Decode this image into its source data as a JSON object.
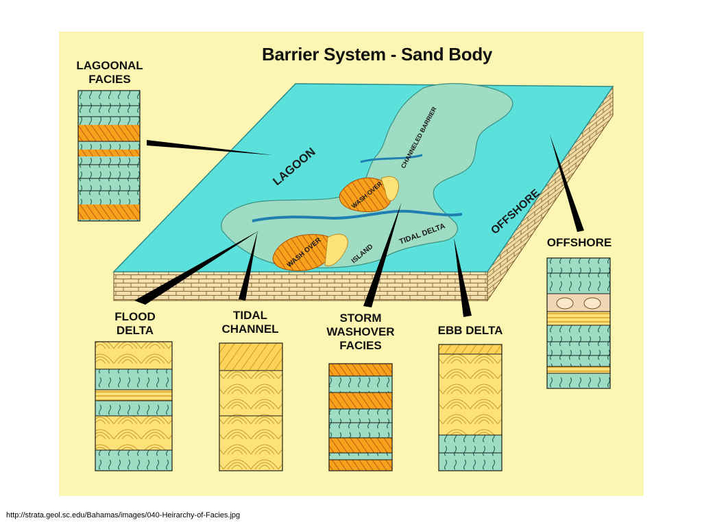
{
  "title": "Barrier System  -  Sand Body",
  "source_url": "http://strata.geol.sc.edu/Bahamas/images/040-Heirarchy-of-Facies.jpg",
  "facies_labels": {
    "lagoonal": [
      "LAGOONAL",
      "FACIES"
    ],
    "flood_delta": [
      "FLOOD",
      "DELTA"
    ],
    "tidal_channel": [
      "TIDAL",
      "CHANNEL"
    ],
    "storm_washover": [
      "STORM",
      "WASHOVER",
      "FACIES"
    ],
    "ebb_delta": [
      "EBB DELTA"
    ],
    "offshore": [
      "OFFSHORE"
    ]
  },
  "map_labels": {
    "lagoon": "LAGOON",
    "offshore": "OFFSHORE",
    "channeled_barrier": "CHANNELED BARRIER",
    "washover": "WASH OVER",
    "island": "ISLAND",
    "tidal_delta": "TIDAL DELTA"
  },
  "colors": {
    "background": "#fdf6b2",
    "water": "#5ce0dc",
    "mud": "#9fdcc4",
    "sand": "#fde27a",
    "washover": "#f7a21c",
    "bedrock": "#f4e0ae"
  }
}
